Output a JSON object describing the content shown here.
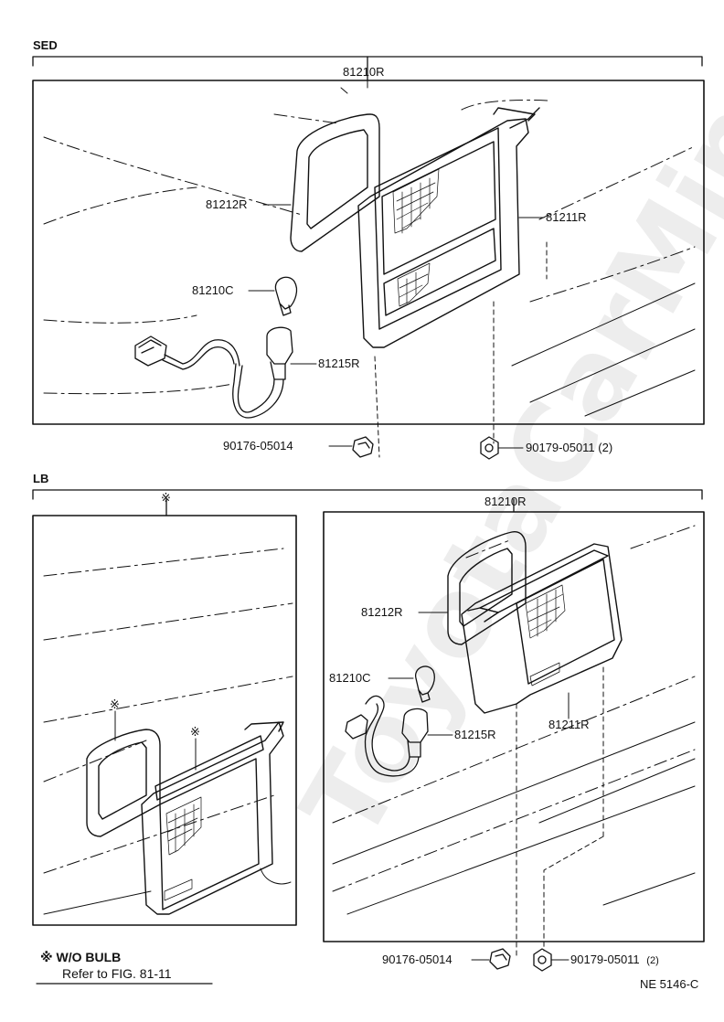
{
  "sections": {
    "sed": {
      "label": "SED",
      "assembly": "81210R"
    },
    "lb": {
      "label": "LB",
      "assembly": "81210R",
      "star": "※"
    }
  },
  "parts": {
    "lens_gasket": "81212R",
    "lens_body": "81211R",
    "bulb": "81210C",
    "socket_wire": "81215R",
    "clip": "90176-05014",
    "nut": "90179-05011 (2)",
    "nut_lb": "90179-05011",
    "nut_lb_qty": "(2)"
  },
  "notes": {
    "star": "※",
    "wo_bulb": "※ W/O BULB",
    "refer": "Refer to FIG. 81-11"
  },
  "footer": {
    "code": "NE 5146-C"
  },
  "watermark": "ToyotaCarMine.ru",
  "colors": {
    "ink": "#111111",
    "paper": "#ffffff"
  }
}
